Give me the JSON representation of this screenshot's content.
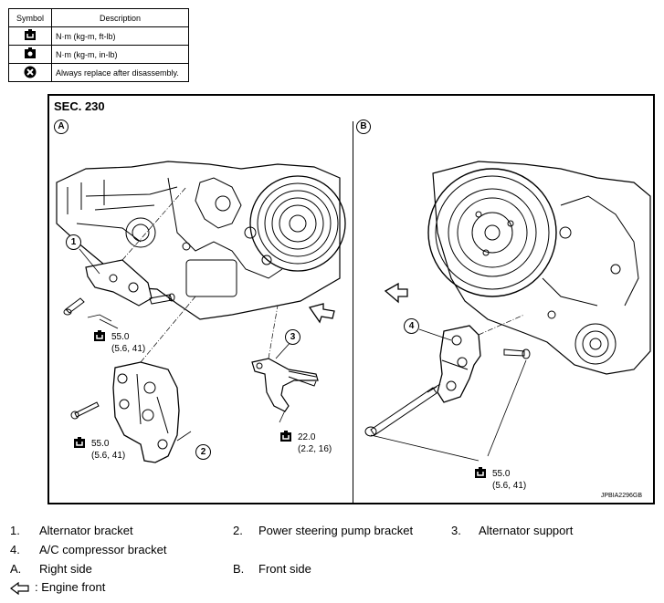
{
  "symbol_table": {
    "header_symbol": "Symbol",
    "header_description": "Description",
    "rows": [
      {
        "icon": "torque-nm-kgm-ftlb-icon",
        "description": "N·m (kg-m, ft-lb)"
      },
      {
        "icon": "torque-nm-kgm-inlb-icon",
        "description": "N·m (kg-m, in-lb)"
      },
      {
        "icon": "always-replace-icon",
        "description": "Always replace after disassembly."
      }
    ]
  },
  "figure": {
    "section": "SEC. 230",
    "view_a": "A",
    "view_b": "B",
    "callouts": {
      "c1": "1",
      "c2": "2",
      "c3": "3",
      "c4": "4"
    },
    "torques": [
      {
        "value": "55.0",
        "sub": "(5.6, 41)"
      },
      {
        "value": "55.0",
        "sub": "(5.6, 41)"
      },
      {
        "value": "22.0",
        "sub": "(2.2, 16)"
      },
      {
        "value": "55.0",
        "sub": "(5.6, 41)"
      }
    ],
    "code": "JPBIA2296GB"
  },
  "legend": {
    "items": [
      {
        "num": "1.",
        "label": "Alternator bracket"
      },
      {
        "num": "2.",
        "label": "Power steering pump bracket"
      },
      {
        "num": "3.",
        "label": "Alternator support"
      },
      {
        "num": "4.",
        "label": "A/C compressor bracket"
      },
      {
        "num": "A.",
        "label": "Right side"
      },
      {
        "num": "B.",
        "label": "Front side"
      }
    ],
    "engine_front": ": Engine front"
  }
}
